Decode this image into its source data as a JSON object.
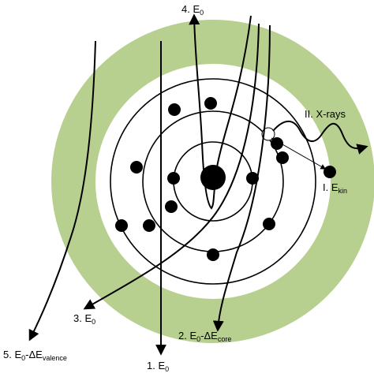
{
  "colors": {
    "halo": "#b8d08f",
    "ink": "#000000",
    "background": "#ffffff"
  },
  "labels": {
    "path1": {
      "main": "1. E",
      "sub": "0"
    },
    "path2": {
      "main": "2. E",
      "sub1": "0",
      "mid": "-ΔE",
      "sub2": "core"
    },
    "path3": {
      "main": "3. E",
      "sub": "0"
    },
    "path4": {
      "main": "4. E",
      "sub": "0"
    },
    "path5": {
      "main": "5. E",
      "sub1": "0",
      "mid": "-ΔE",
      "sub2": "valence"
    },
    "xrays": {
      "main": "II. X-rays"
    },
    "ekin": {
      "main": "I. E",
      "sub": "kin"
    }
  }
}
